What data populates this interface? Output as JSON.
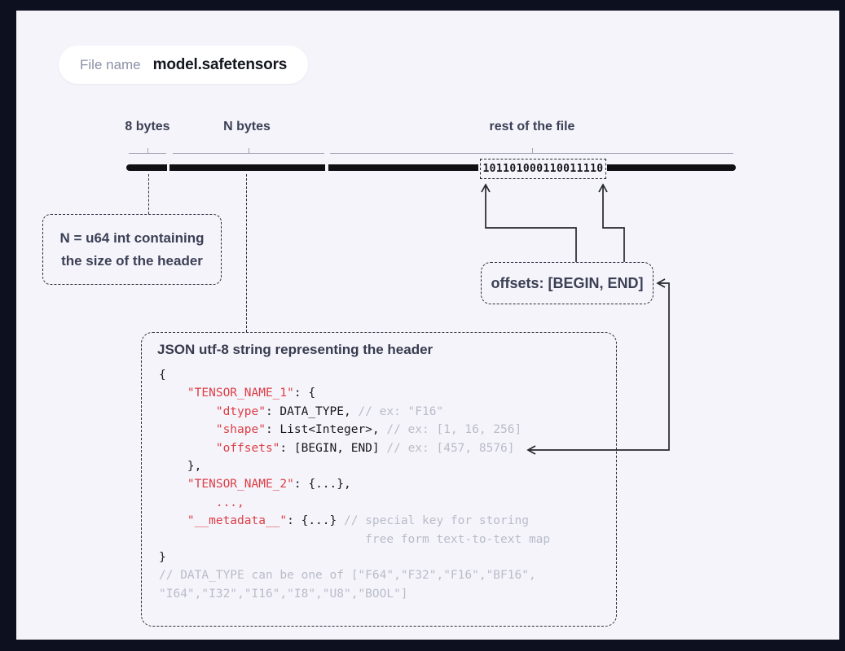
{
  "file_pill": {
    "label": "File name",
    "value": "model.safetensors"
  },
  "byte_diagram": {
    "labels": [
      "8 bytes",
      "N bytes",
      "rest of the file"
    ],
    "binary_value": "101101000110011110"
  },
  "callouts": {
    "n_box": {
      "line1": "N = u64 int containing",
      "line2": "the size of the header"
    },
    "offsets_box": {
      "text": "offsets: [BEGIN, END]"
    },
    "json_title": "JSON utf-8 string representing the header"
  },
  "code": {
    "lines": [
      [
        {
          "t": "{",
          "c": "dark"
        }
      ],
      [
        {
          "t": "    ",
          "c": "dark"
        },
        {
          "t": "\"TENSOR_NAME_1\"",
          "c": "red"
        },
        {
          "t": ": {",
          "c": "dark"
        }
      ],
      [
        {
          "t": "        ",
          "c": "dark"
        },
        {
          "t": "\"dtype\"",
          "c": "red"
        },
        {
          "t": ": DATA_TYPE, ",
          "c": "dark"
        },
        {
          "t": "// ex: \"F16\"",
          "c": "gray"
        }
      ],
      [
        {
          "t": "        ",
          "c": "dark"
        },
        {
          "t": "\"shape\"",
          "c": "red"
        },
        {
          "t": ": List<Integer>, ",
          "c": "dark"
        },
        {
          "t": "// ex: [1, 16, 256]",
          "c": "gray"
        }
      ],
      [
        {
          "t": "        ",
          "c": "dark"
        },
        {
          "t": "\"offsets\"",
          "c": "red"
        },
        {
          "t": ": [BEGIN, END] ",
          "c": "dark"
        },
        {
          "t": "// ex: [457, 8576]",
          "c": "gray"
        }
      ],
      [
        {
          "t": "    },",
          "c": "dark"
        }
      ],
      [
        {
          "t": "    ",
          "c": "dark"
        },
        {
          "t": "\"TENSOR_NAME_2\"",
          "c": "red"
        },
        {
          "t": ": {...},",
          "c": "dark"
        }
      ],
      [
        {
          "t": "        ",
          "c": "dark"
        },
        {
          "t": "...,",
          "c": "red"
        }
      ],
      [
        {
          "t": "    ",
          "c": "dark"
        },
        {
          "t": "\"__metadata__\"",
          "c": "red"
        },
        {
          "t": ": {...} ",
          "c": "dark"
        },
        {
          "t": "// special key for storing",
          "c": "gray"
        }
      ],
      [
        {
          "t": "                             ",
          "c": "gray"
        },
        {
          "t": "free form text-to-text map",
          "c": "gray"
        }
      ],
      [
        {
          "t": "}",
          "c": "dark"
        }
      ],
      [
        {
          "t": "// DATA_TYPE can be one of [\"F64\",\"F32\",\"F16\",\"BF16\",",
          "c": "gray"
        }
      ],
      [
        {
          "t": "\"I64\",\"I32\",\"I16\",\"I8\",\"U8\",\"BOOL\"]",
          "c": "gray"
        }
      ]
    ]
  },
  "colors": {
    "frame": "#0d101f",
    "canvas_bg": "#f5f4fb",
    "label_slate": "#3b4055",
    "accent_red": "#dc3e45",
    "comment_gray": "#b9bcc8",
    "bar_black": "#101014"
  }
}
